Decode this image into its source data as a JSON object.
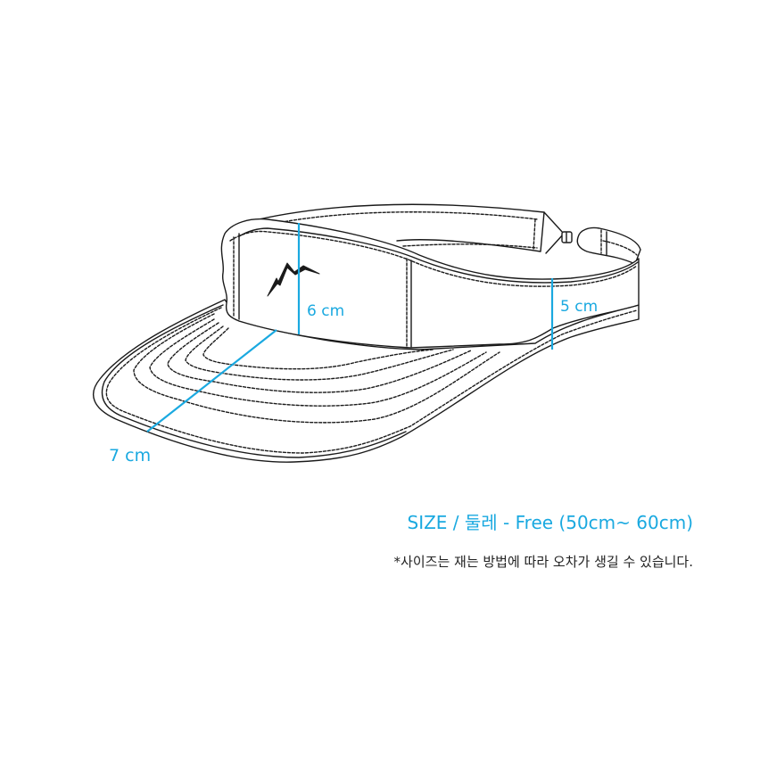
{
  "colors": {
    "accent": "#1aa9e0",
    "outline": "#1a1a1a",
    "note_text": "#222222"
  },
  "dimensions": {
    "crown_height": "6 cm",
    "back_height": "5 cm",
    "brim_length": "7 cm"
  },
  "size_info": "SIZE / 둘레 - Free (50cm~ 60cm)",
  "note": "*사이즈는 재는 방법에 따라 오차가 생길 수 있습니다."
}
